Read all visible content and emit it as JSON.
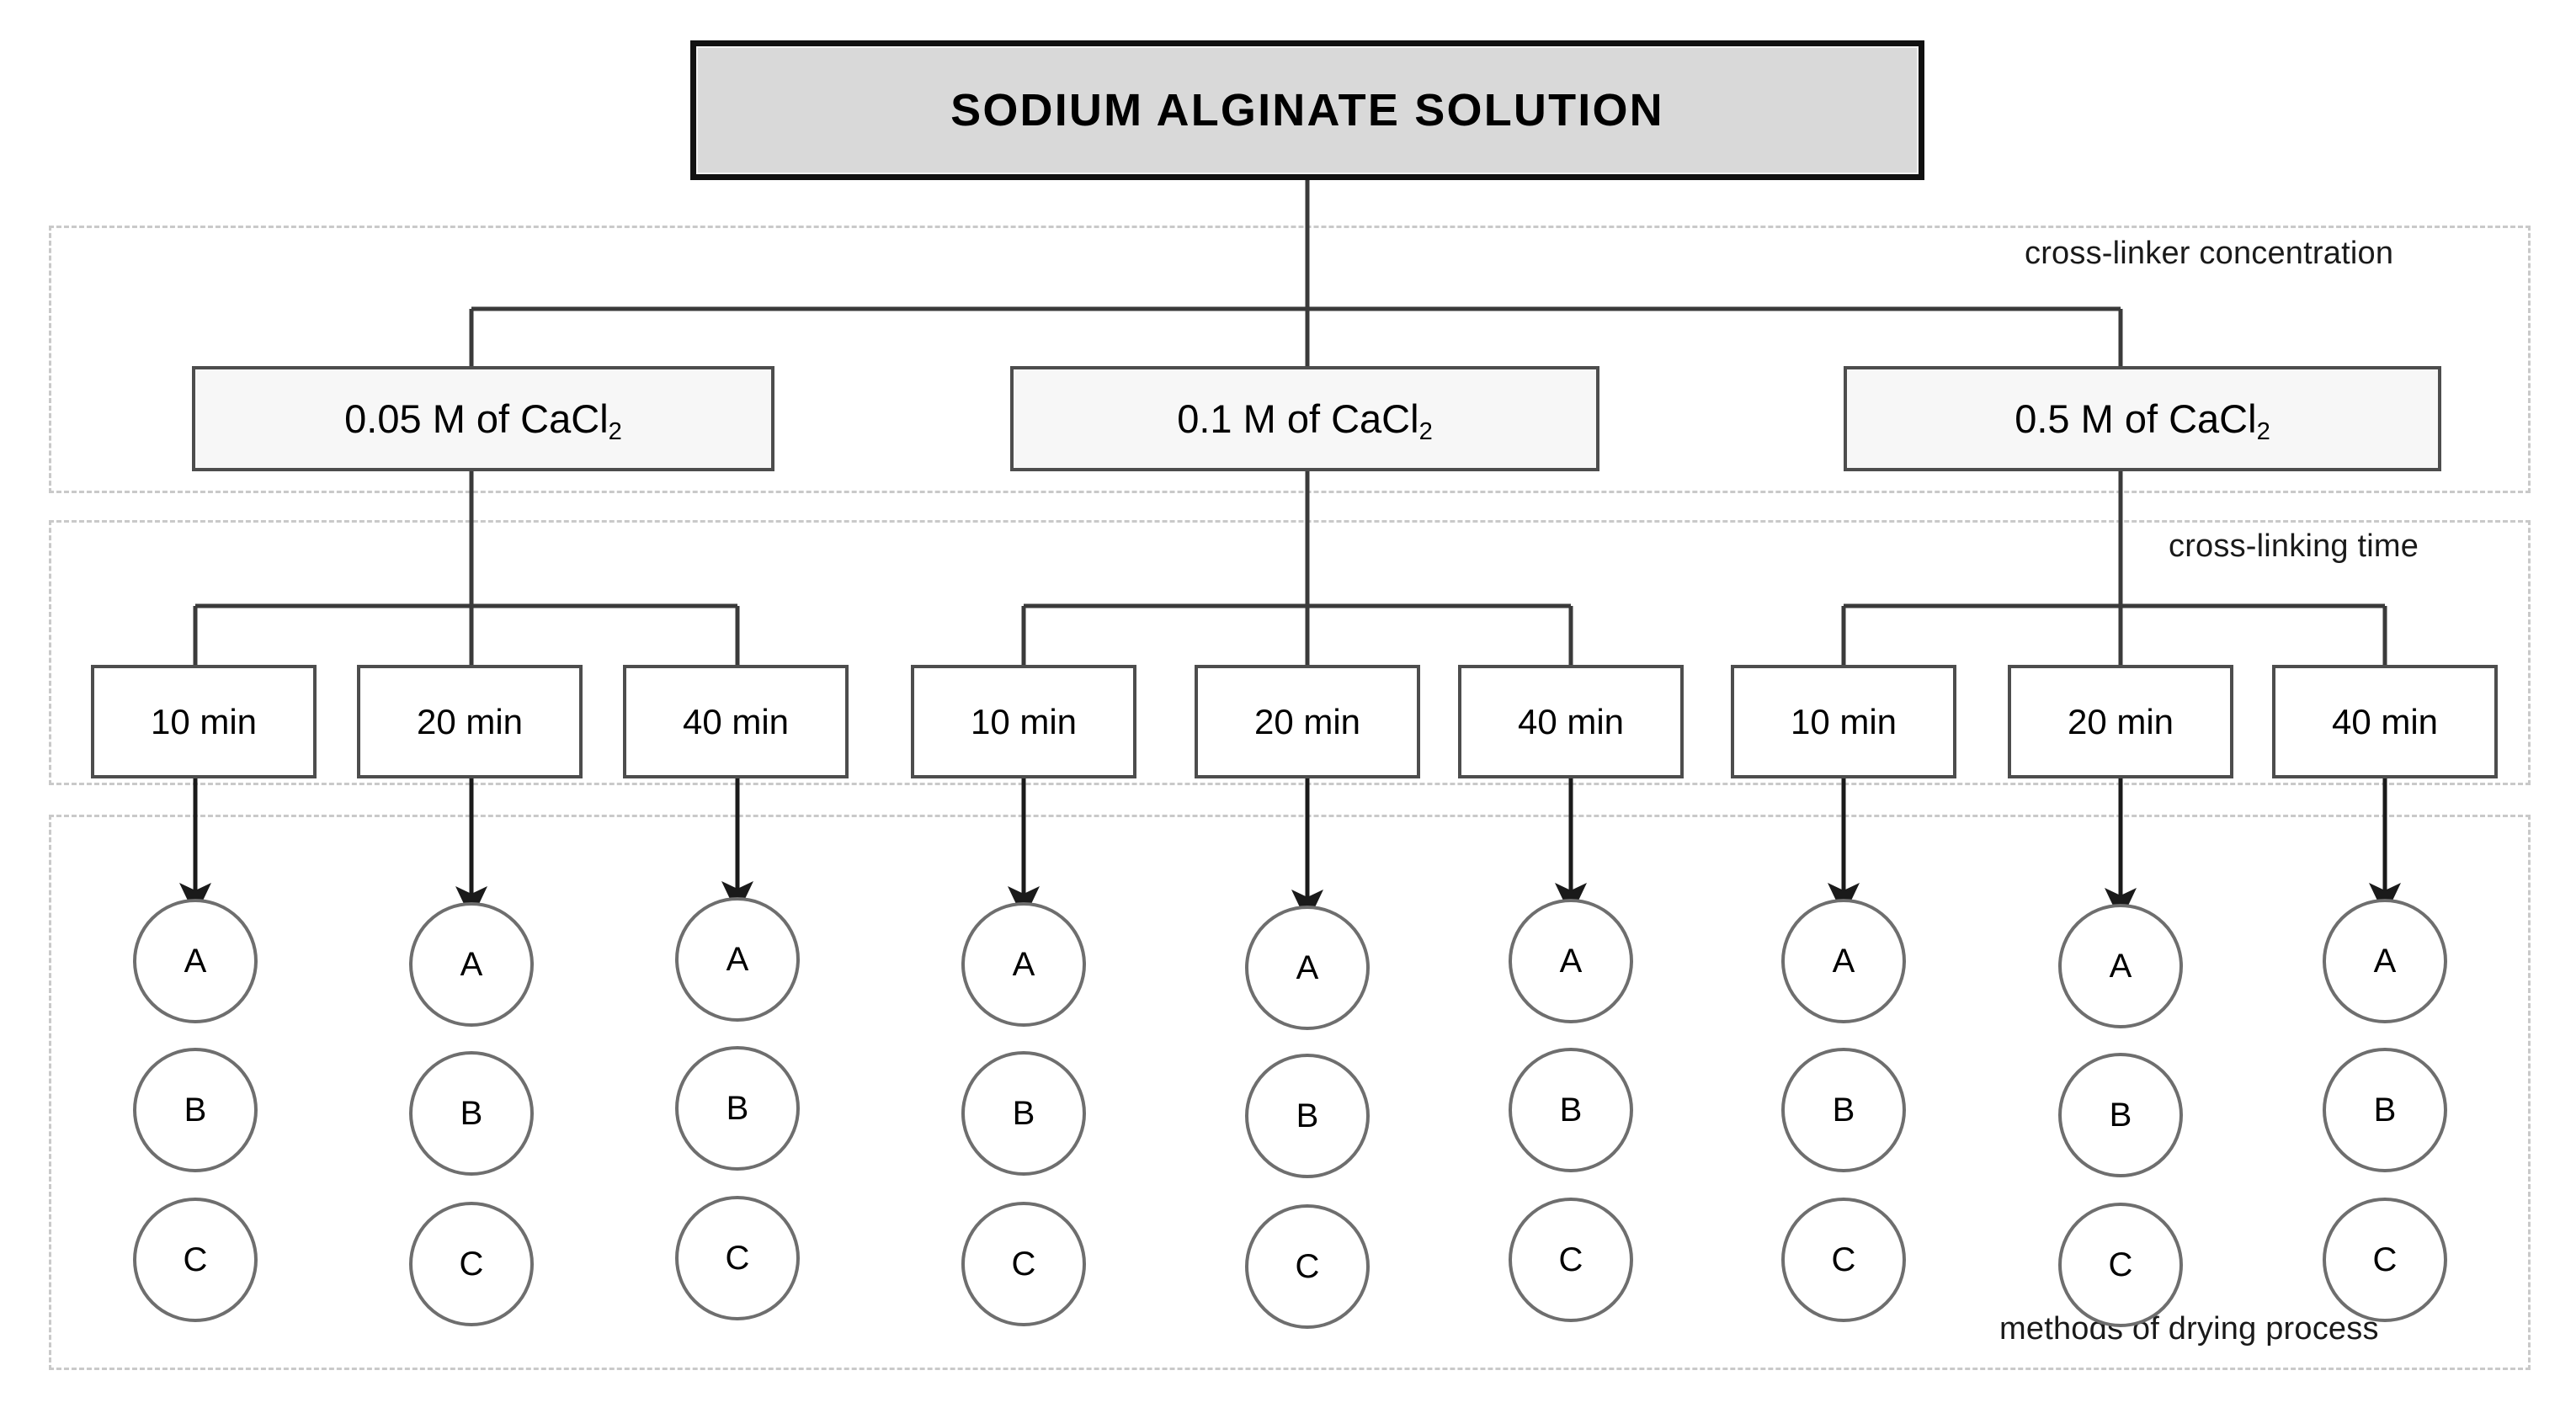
{
  "diagram": {
    "title": "SODIUM ALGINATE SOLUTION",
    "regions": [
      {
        "label": "cross-linker concentration"
      },
      {
        "label": "cross-linking time"
      },
      {
        "label": "methods of drying process"
      }
    ],
    "concentrations": [
      {
        "value": "0.05",
        "unit": "M of CaCl",
        "sub": "2",
        "full": "0.05 M of CaCl2"
      },
      {
        "value": "0.1",
        "unit": "M of CaCl",
        "sub": "2",
        "full": "0.1 M of CaCl2"
      },
      {
        "value": "0.5",
        "unit": "M of CaCl",
        "sub": "2",
        "full": "0.5 M of CaCl2"
      }
    ],
    "times": [
      "10 min",
      "20 min",
      "40 min"
    ],
    "drying_methods": [
      "A",
      "B",
      "C"
    ],
    "colors": {
      "title_fill": "#d9d9d9",
      "title_border": "#111111",
      "box_fill": "#f7f7f7",
      "box_border": "#4d4d4d",
      "time_fill": "#ffffff",
      "circle_border": "#6e6e6e",
      "dashed_region": "#c9c9c9",
      "connector": "#3a3a3a",
      "text": "#000000"
    },
    "columns": [
      {
        "concentration": "0.05 M of CaCl2",
        "times": [
          "10 min",
          "20 min",
          "40 min"
        ]
      },
      {
        "concentration": "0.1 M of CaCl2",
        "times": [
          "10 min",
          "20 min",
          "40 min"
        ]
      },
      {
        "concentration": "0.5 M of CaCl2",
        "times": [
          "10 min",
          "20 min",
          "40 min"
        ]
      }
    ],
    "totals": {
      "branches": 9,
      "nodes_per_branch": 3,
      "total_samples": 27
    }
  }
}
